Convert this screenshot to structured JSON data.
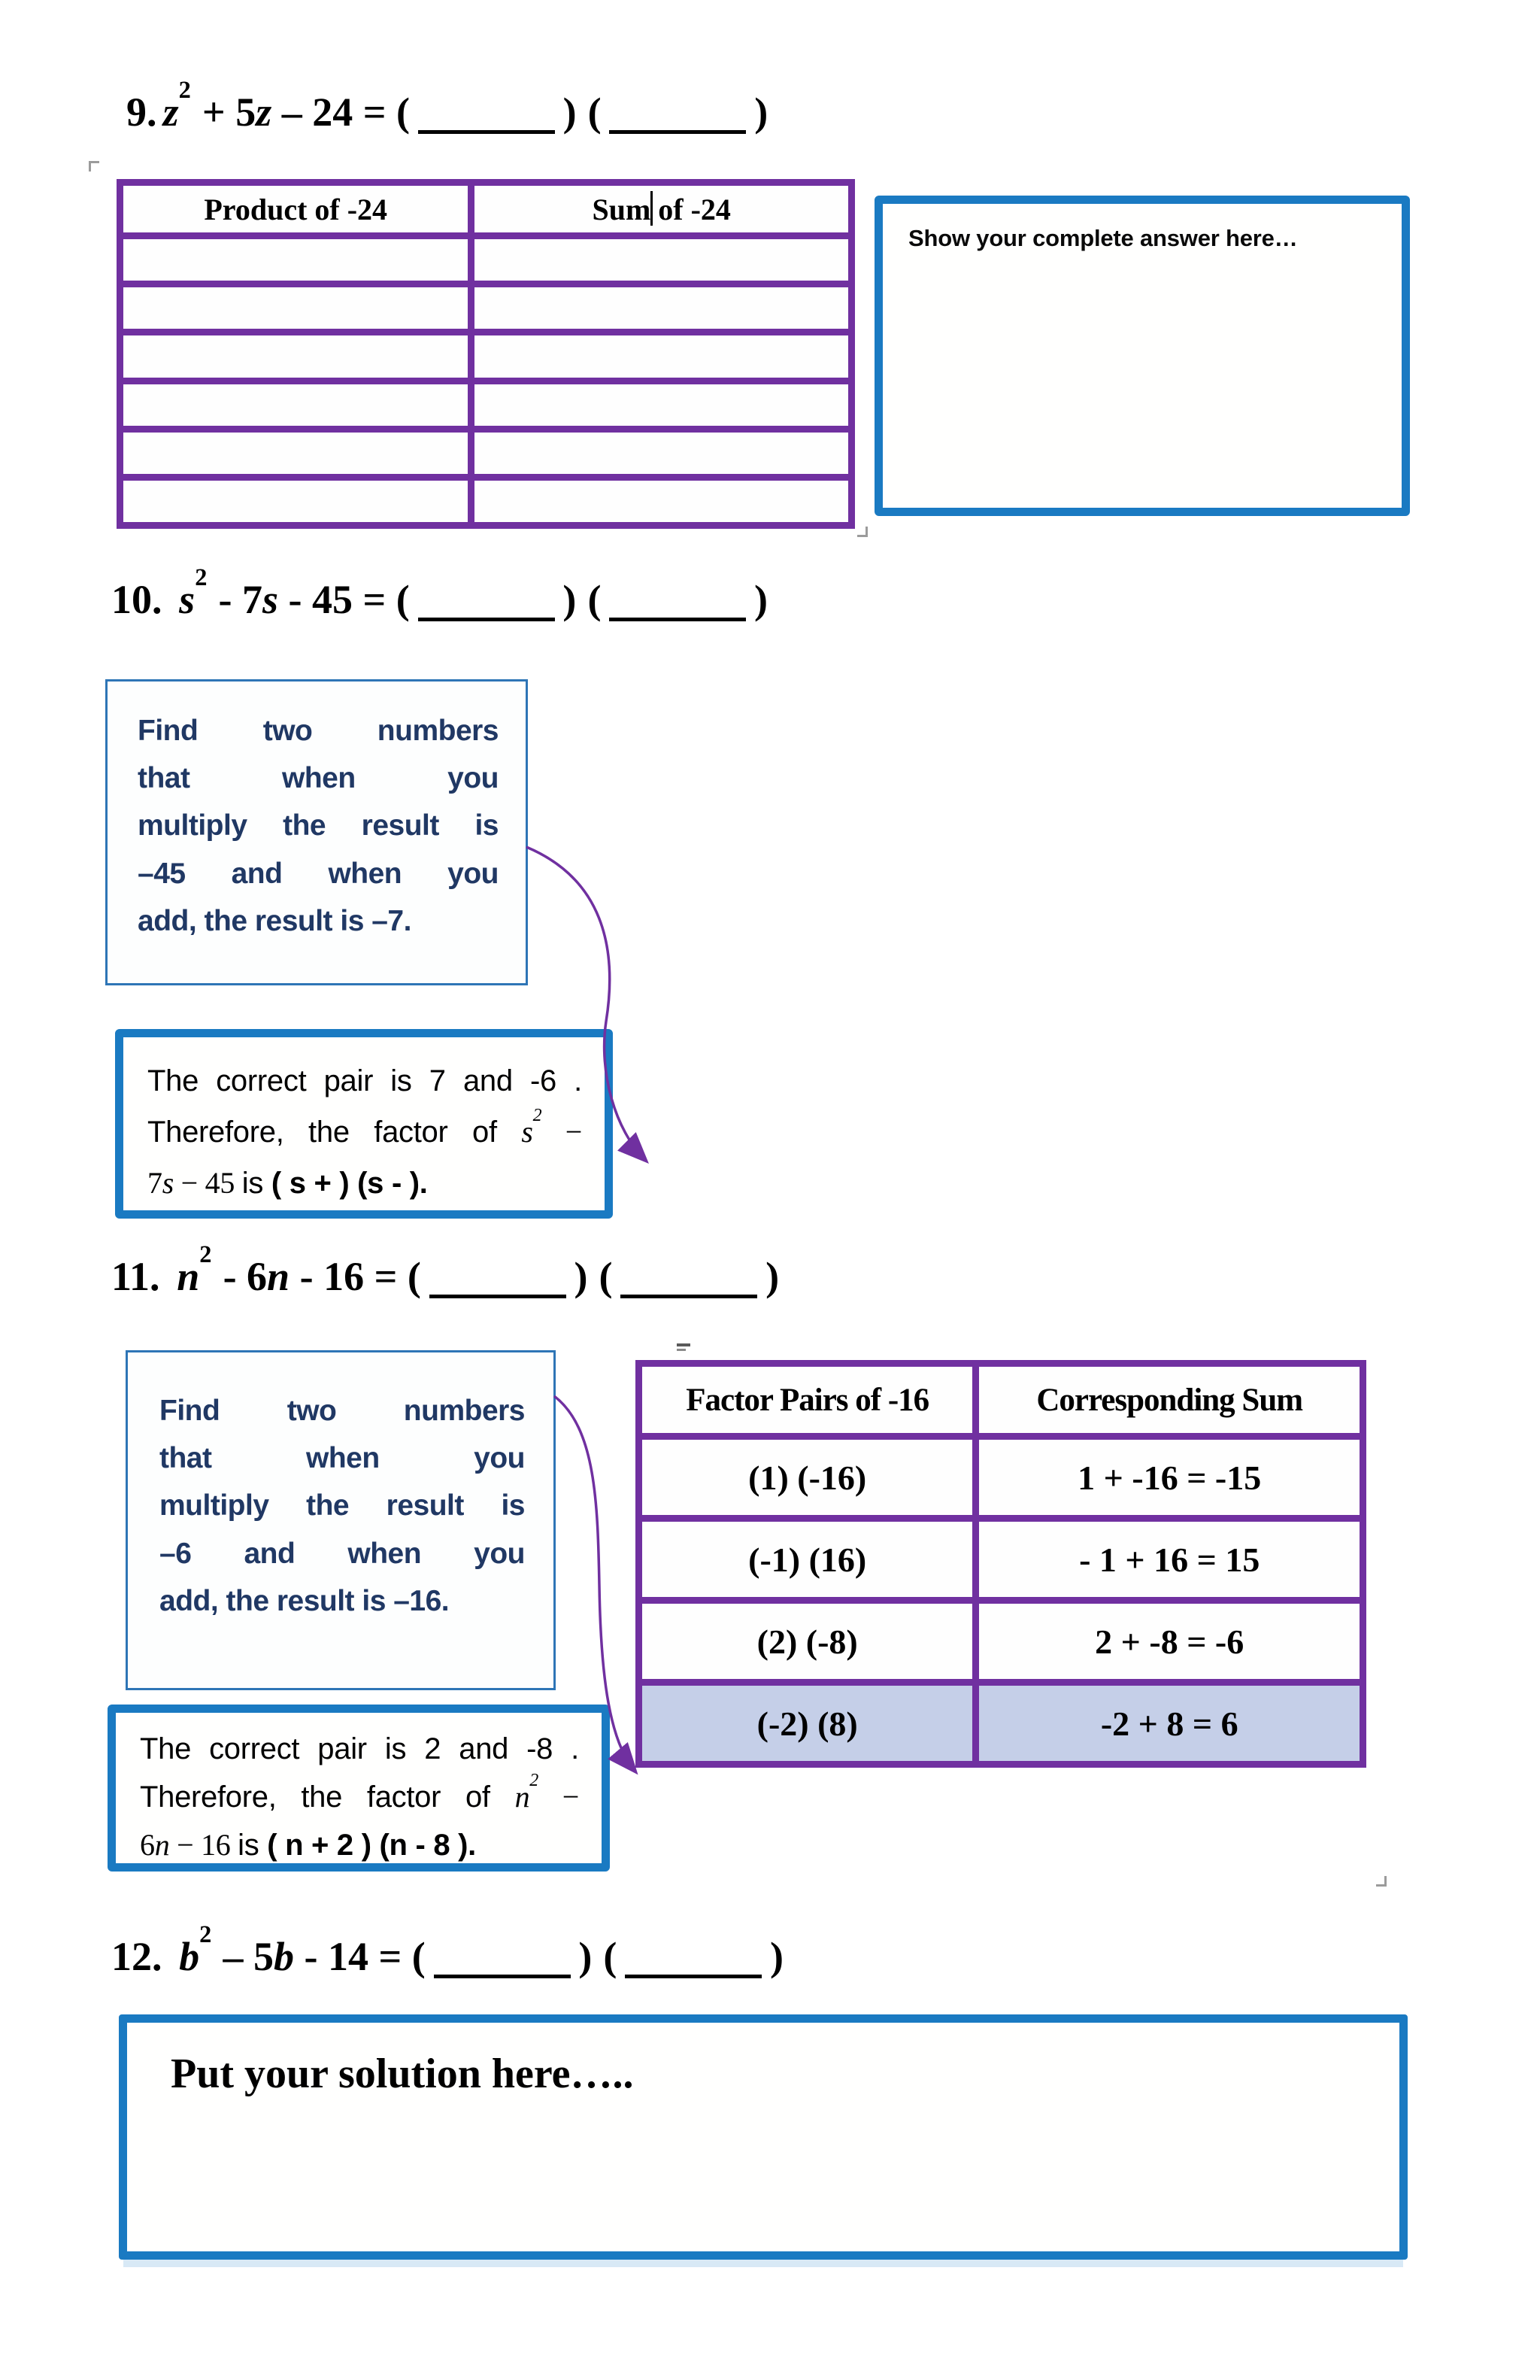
{
  "colors": {
    "table_border_purple": "#7030a0",
    "thick_box_blue": "#1a7ac2",
    "hint_box_blue": "#2e75b6",
    "hint_text_navy": "#203864",
    "highlight_row": "#c5cfe8"
  },
  "eq": {
    "open": "(",
    "close": ")"
  },
  "problems": {
    "p9": {
      "label": "9.",
      "v1": "z",
      "sup": "2",
      "t1": " +  5",
      "v2": "z",
      "t2": " – 24 = "
    },
    "p10": {
      "label": "10.",
      "v1": "s",
      "sup": "2",
      "t1": " -  7",
      "v2": "s",
      "t2": " - 45 = "
    },
    "p11": {
      "label": "11.",
      "v1": "n",
      "sup": "2",
      "t1": " - 6",
      "v2": "n",
      "t2": " - 16 = "
    },
    "p12": {
      "label": "12.",
      "v1": "b",
      "sup": "2",
      "t1": " – 5",
      "v2": "b",
      "t2": " - 14 = "
    }
  },
  "table_product_sum": {
    "headers": [
      "Product of -24",
      "Sum of -24"
    ],
    "empty_row_count": 6
  },
  "answer_box": {
    "text": "Show your complete answer here…"
  },
  "find_45": {
    "lines": [
      "Find two numbers",
      "that when you",
      "multiply the result is",
      "–45 and when you",
      "add, the result is –7."
    ]
  },
  "correct_45": {
    "line1": "The correct pair is 7 and -6 .",
    "line2_pre": "Therefore, the factor of ",
    "var": "s",
    "sup": "2",
    "line2_post": " −",
    "line3_pre": "7",
    "line3_var": "s",
    "line3_m1": " − 45 ",
    "line3_m2": "is ",
    "line3_bold": "( s +  ) (s  -  )."
  },
  "find_16": {
    "lines": [
      "Find two numbers",
      "that when you",
      "multiply the result is",
      "–6 and when you",
      "add, the result is –16."
    ]
  },
  "table_factor_pairs": {
    "headers": [
      "Factor Pairs of -16",
      "Corresponding Sum"
    ],
    "rows": [
      {
        "pair": "(1) (-16)",
        "sum": "1 + -16 = -15",
        "highlight": false
      },
      {
        "pair": "(-1) (16)",
        "sum": "- 1 + 16 = 15",
        "highlight": false
      },
      {
        "pair": "(2) (-8)",
        "sum": "2 + -8 = -6",
        "highlight": false
      },
      {
        "pair": "(-2) (8)",
        "sum": "-2 + 8 = 6",
        "highlight": true
      }
    ]
  },
  "correct_16": {
    "line1": "The correct pair is  2 and -8 .",
    "line2_pre": "Therefore, the factor of ",
    "var": "n",
    "sup": "2",
    "line2_post": " −",
    "line3_pre": "6",
    "line3_var": "n",
    "line3_m1": " − 16 ",
    "line3_m2": "is ",
    "line3_bold": "( n + 2 ) (n  - 8 )."
  },
  "solution_box": {
    "text": "Put your solution here….."
  }
}
